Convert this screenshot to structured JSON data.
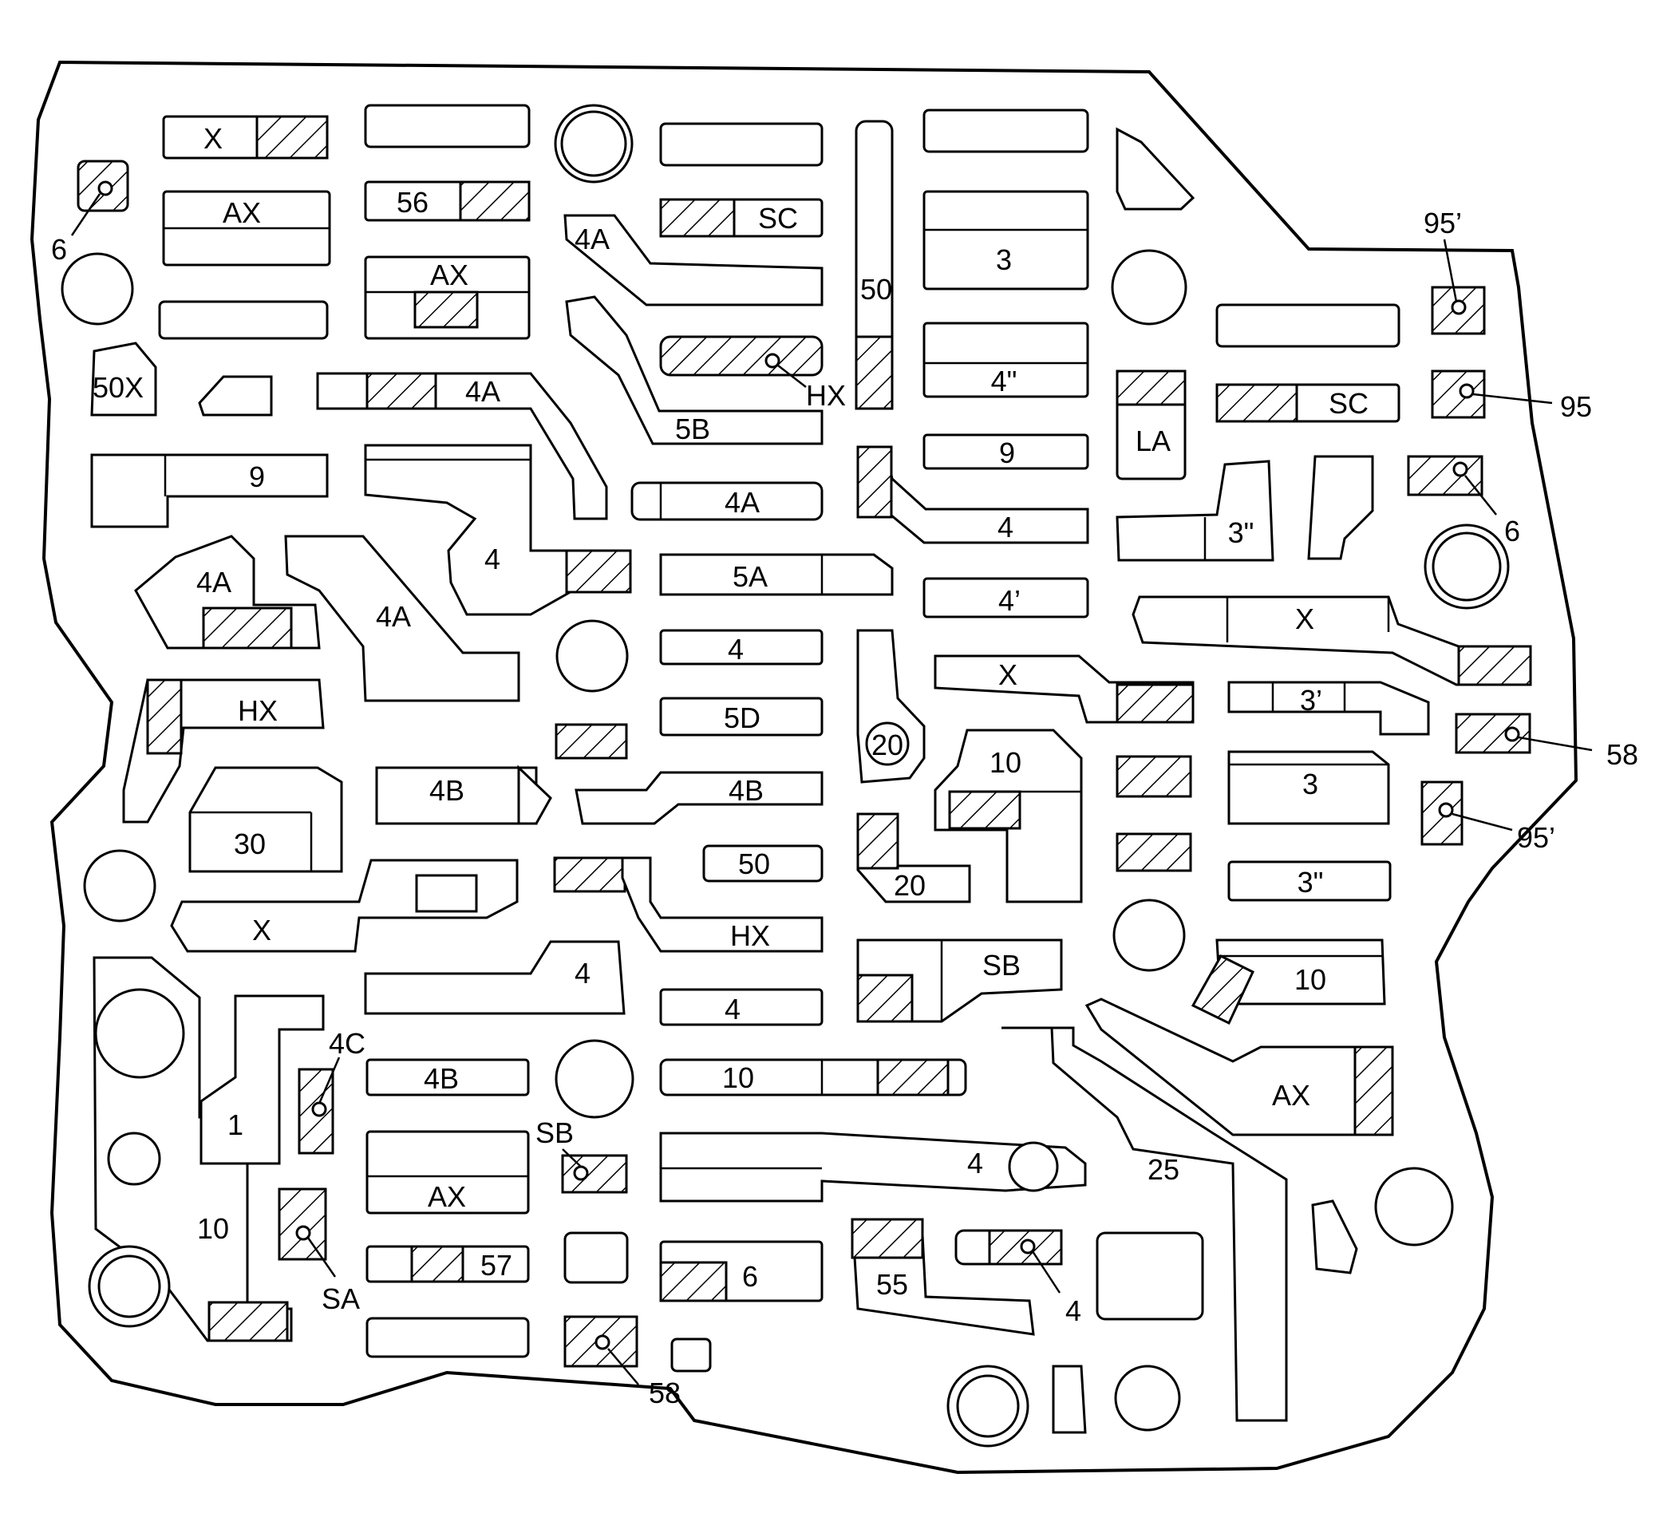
{
  "labels": {
    "l1": "X",
    "l2": "AX",
    "l3": "6",
    "l4": "56",
    "l5": "AX",
    "l6": "50X",
    "l7": "4A",
    "l8": "9",
    "l9": "4A",
    "l10": "4",
    "l11": "4A",
    "l12": "HX",
    "l13": "30",
    "l14": "4B",
    "l15": "X",
    "l16": "4",
    "l17": "4C",
    "l18": "4B",
    "l19": "1",
    "l20": "AX",
    "l21": "10",
    "l22": "SA",
    "l23": "57",
    "l24": "SB",
    "l25": "58",
    "l26": "SC",
    "l27": "4A",
    "l28": "HX",
    "l29": "5B",
    "l30": "4A",
    "l31": "5A",
    "l32": "4",
    "l33": "5D",
    "l34": "4B",
    "l35": "50",
    "l36": "HX",
    "l37": "4",
    "l38": "10",
    "l39": "4",
    "l40": "6",
    "l41": "50",
    "l42": "3",
    "l43": "4\"",
    "l44": "9",
    "l45": "4",
    "l46": "4’",
    "l47": "X",
    "l48": "20",
    "l49": "10",
    "l50": "20",
    "l51": "SB",
    "l52": "55",
    "l53": "4",
    "l54": "25",
    "l55": "LA",
    "l56": "95’",
    "l57": "SC",
    "l58": "95",
    "l59": "3\"",
    "l60": "6",
    "l61": "X",
    "l62": "3’",
    "l63": "58",
    "l64": "3",
    "l65": "95’",
    "l66": "3\"",
    "l67": "10",
    "l68": "AX"
  }
}
